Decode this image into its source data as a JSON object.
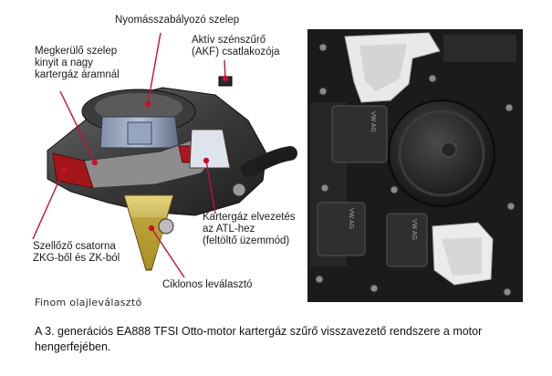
{
  "diagram": {
    "labels": {
      "pressure_valve": "Nyomásszabályozó szelep",
      "bypass_valve": "Megkerülő szelep\nkinyit a nagy\nkartergáz áramnál",
      "akf_connector": "Aktív szénszűrő\n(AKF) csatlakozója",
      "atl_outlet": "Kartergáz elvezetés\naz ATL-hez\n(feltöltő üzemmód)",
      "vent_channel": "Szellőző csatorna\nZKG-ből és ZK-ból",
      "cyclone": "Ciklonos leválasztó"
    },
    "subtitle": "Finom olajleválasztó",
    "accent_color": "#c8102e",
    "oil_color": "#c9b23a"
  },
  "photo": {
    "module_marking": "VW AG"
  },
  "caption": "A 3. generációs EA888 TFSI Otto-motor kartergáz szűrő visszavezető rendszere a motor hengerfejében."
}
